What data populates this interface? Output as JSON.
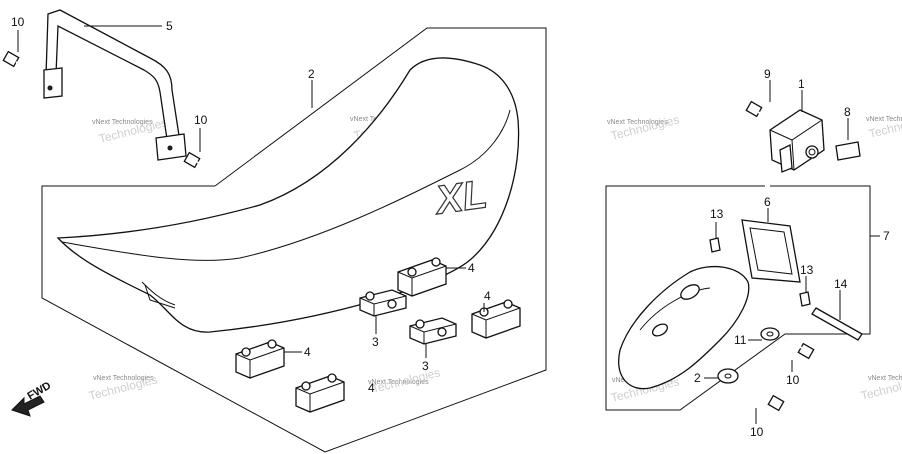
{
  "callouts": {
    "c1": "1",
    "c2": "2",
    "c3a": "3",
    "c3b": "3",
    "c4a": "4",
    "c4b": "4",
    "c4c": "4",
    "c4d": "4",
    "c5": "5",
    "c6": "6",
    "c7": "7",
    "c8": "8",
    "c9": "9",
    "c10a": "10",
    "c10b": "10",
    "c10c": "10",
    "c10d": "10",
    "c11": "11",
    "c12": "2",
    "c13a": "13",
    "c13b": "13",
    "c14": "14"
  },
  "seat_logo": "XL",
  "direction_label": "FWD",
  "watermark": {
    "line1": "vNext Technologies",
    "line2": "Technologies"
  },
  "colors": {
    "line": "#111111",
    "watermark": "#8a8a8a",
    "background": "#ffffff"
  }
}
